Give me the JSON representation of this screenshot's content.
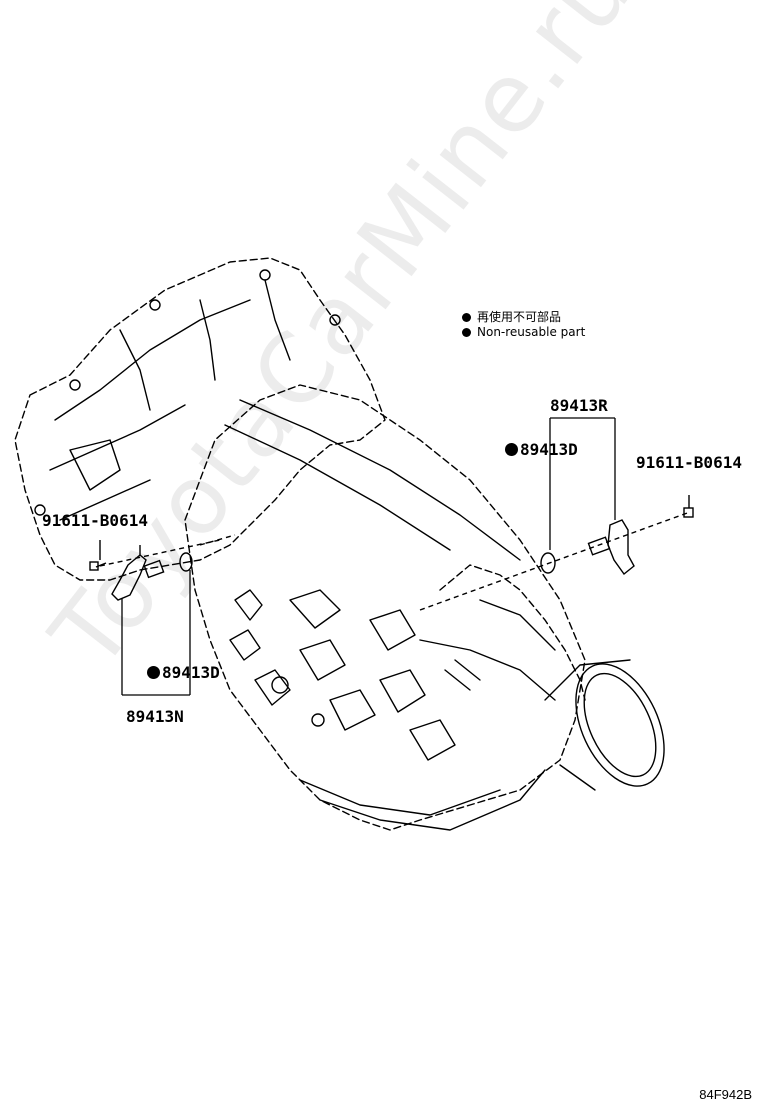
{
  "legend": {
    "line_ja": "再使用不可部品",
    "line_en": "Non-reusable part"
  },
  "parts": {
    "sensor_right": "89413R",
    "oring_right": "89413D",
    "bolt_right": "91611-B0614",
    "bolt_left": "91611-B0614",
    "oring_left": "89413D",
    "sensor_left": "89413N"
  },
  "watermark": "ToyotaCarMine.ru",
  "illustration_code": "84F942B"
}
